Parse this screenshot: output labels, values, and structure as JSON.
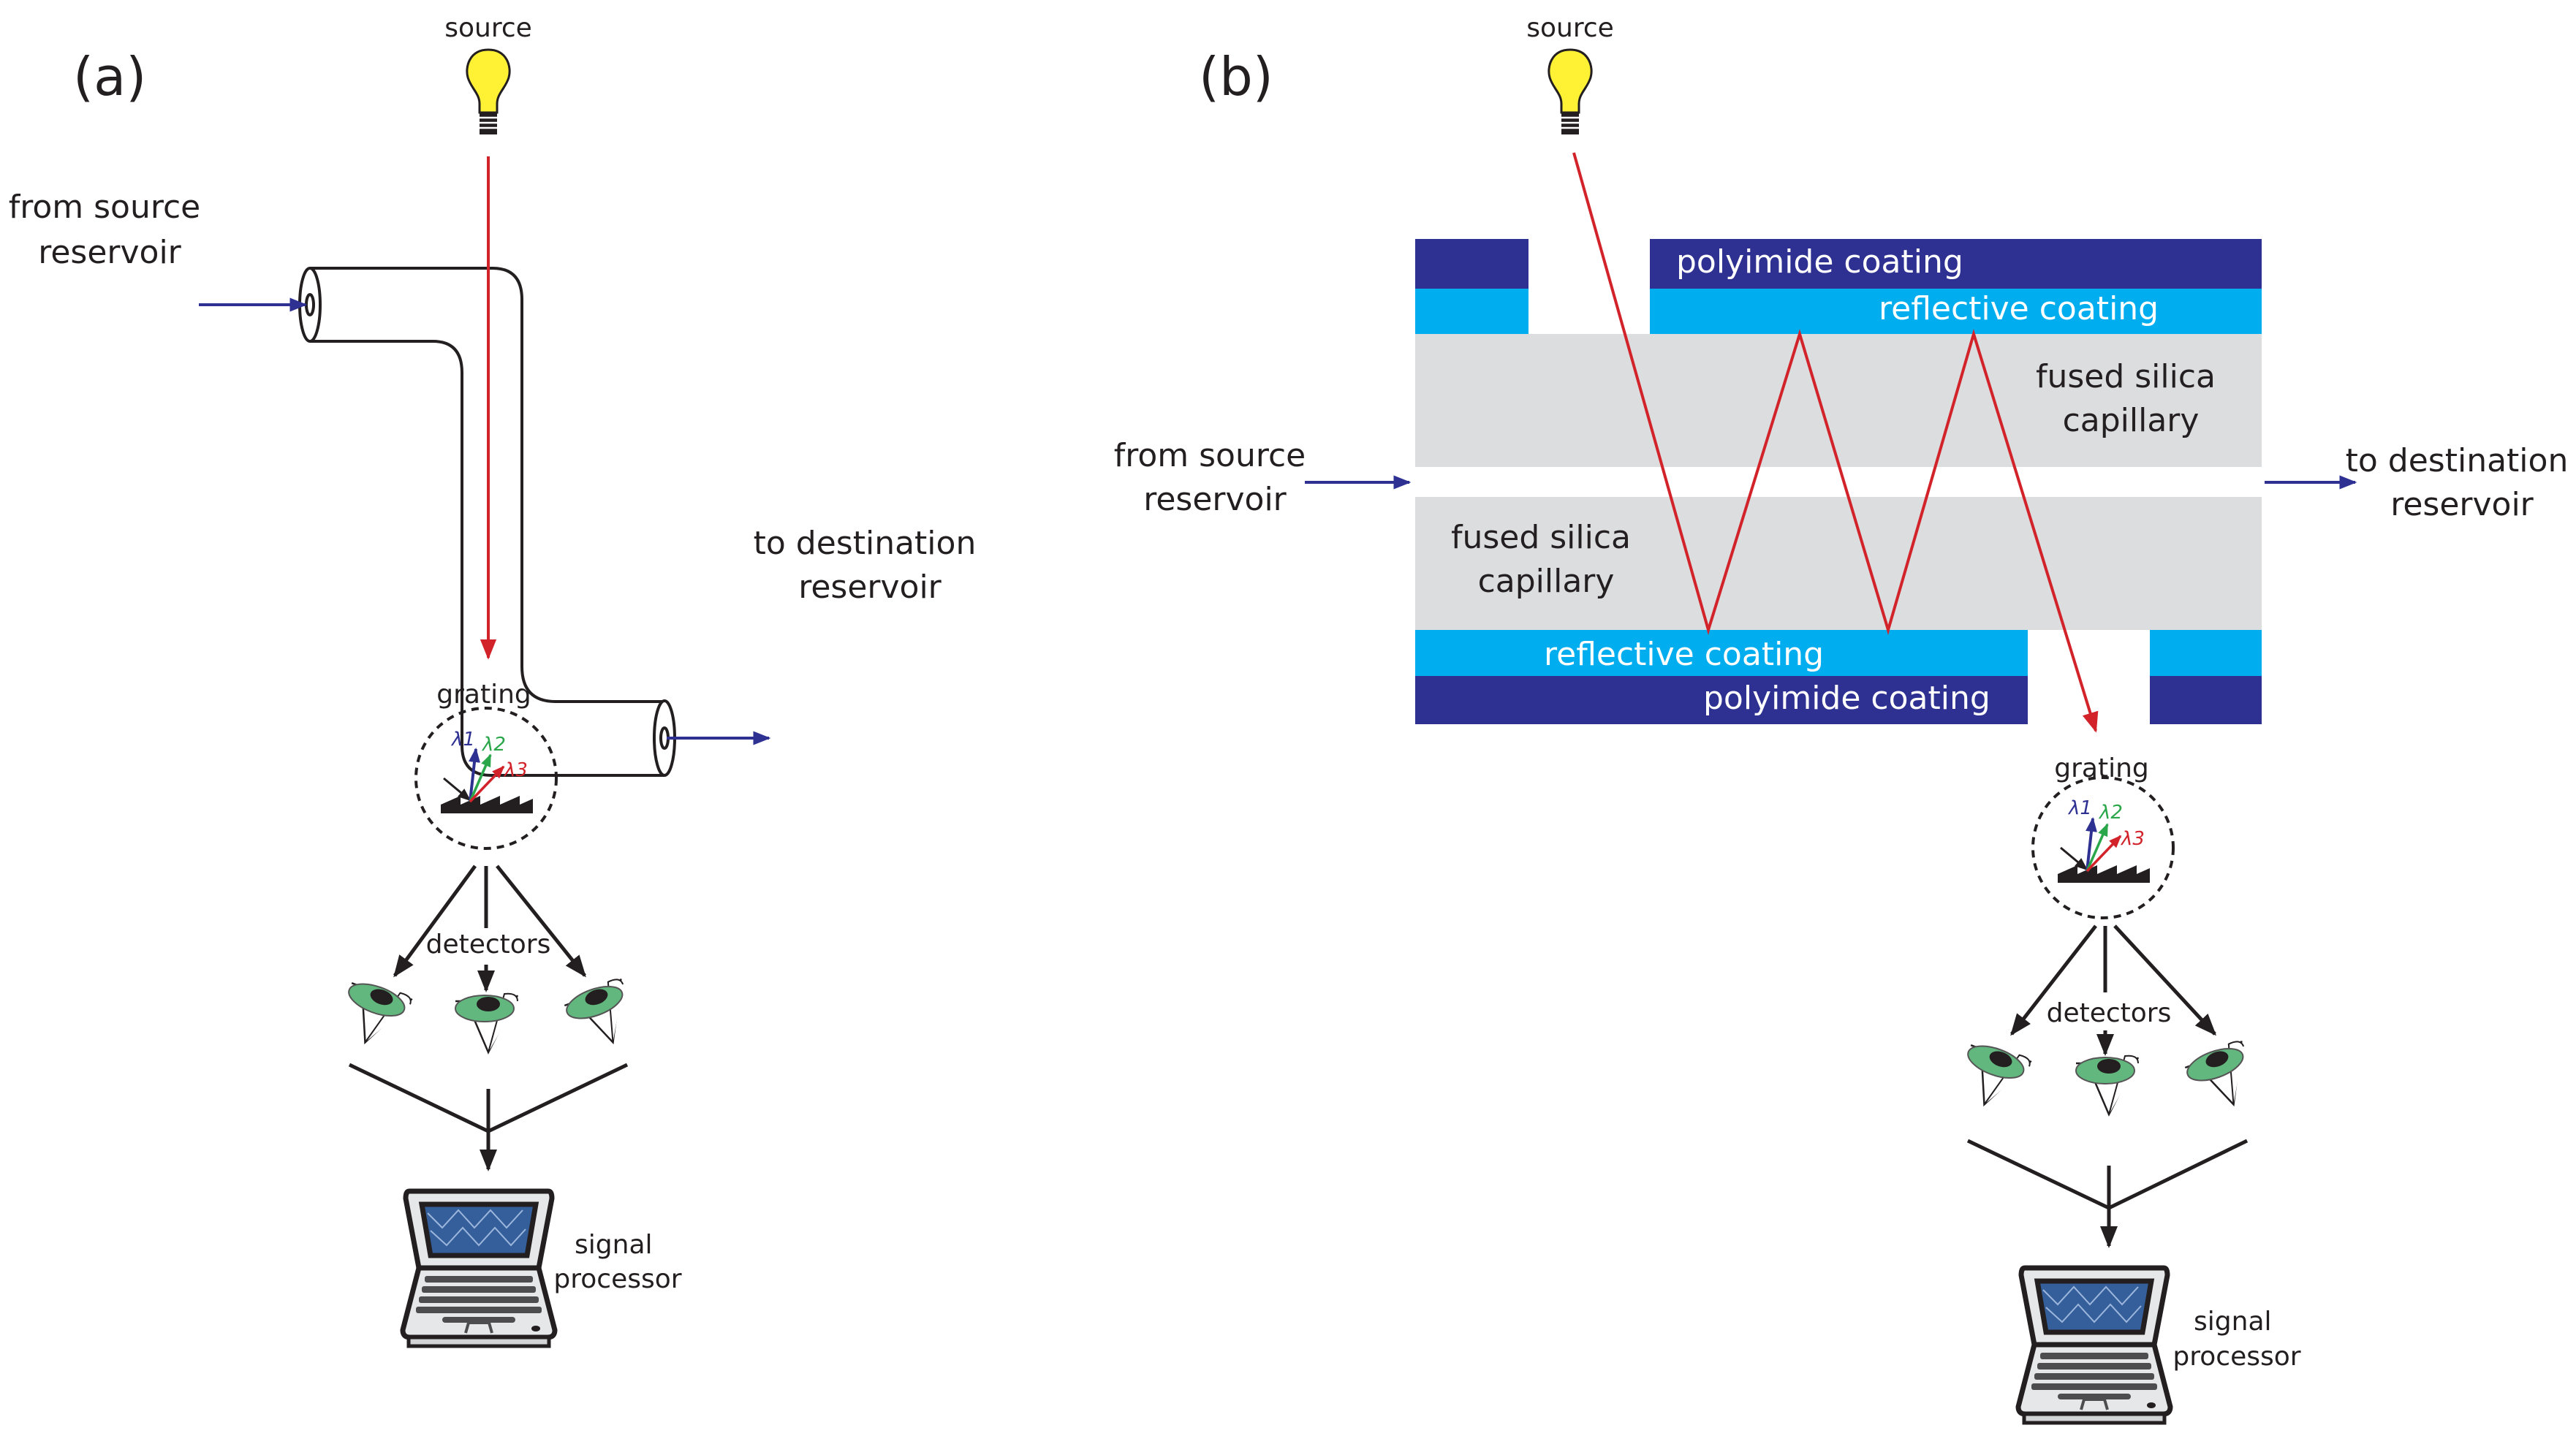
{
  "colors": {
    "light_ray": "#d2232a",
    "flow_arrow": "#2e3192",
    "polyimide": "#2e3192",
    "reflective": "#00aeef",
    "silica": "#dcdddf",
    "bulb": "#fff133",
    "lambda1": "#2e3192",
    "lambda2": "#2aa74a",
    "lambda3": "#d2232a",
    "detector": "#62b77e",
    "screen": "#355f9b"
  },
  "panel_a": {
    "label": "(a)",
    "source_label": "source",
    "inlet_label": [
      "from source",
      "reservoir"
    ],
    "outlet_label": [
      "to destination",
      "reservoir"
    ],
    "grating_label": "grating",
    "lambdas": [
      "λ1",
      "λ2",
      "λ3"
    ],
    "detectors_label": "detectors",
    "processor_label": [
      "signal",
      "processor"
    ]
  },
  "panel_b": {
    "label": "(b)",
    "source_label": "source",
    "inlet_label": [
      "from source",
      "reservoir"
    ],
    "outlet_label": [
      "to destination",
      "reservoir"
    ],
    "top_polyimide_label": "polyimide coating",
    "top_reflective_label": "reflective coating",
    "top_silica_label": [
      "fused silica",
      "capillary"
    ],
    "bottom_silica_label": [
      "fused silica",
      "capillary"
    ],
    "bottom_reflective_label": "reflective coating",
    "bottom_polyimide_label": "polyimide coating",
    "grating_label": "grating",
    "lambdas": [
      "λ1",
      "λ2",
      "λ3"
    ],
    "detectors_label": "detectors",
    "processor_label": [
      "signal",
      "processor"
    ]
  }
}
